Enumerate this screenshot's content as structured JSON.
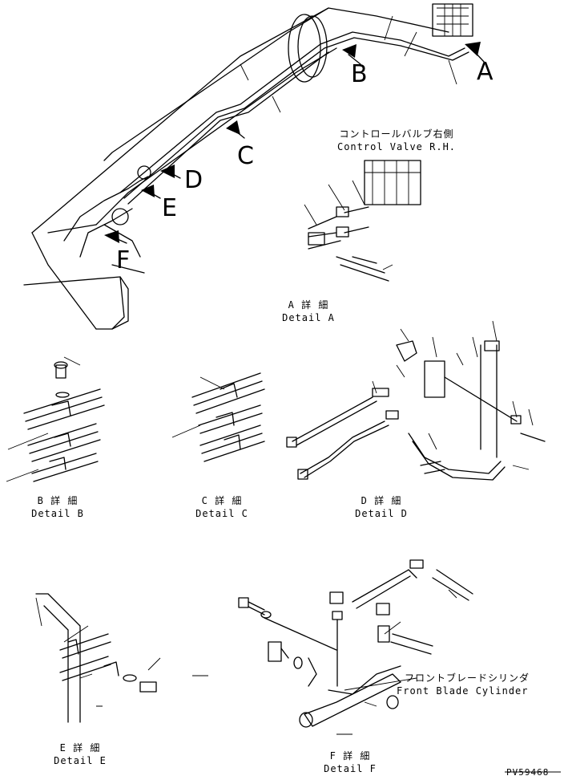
{
  "view_markers": {
    "a": "A",
    "b": "B",
    "c": "C",
    "d": "D",
    "e": "E",
    "f": "F"
  },
  "control_valve": {
    "jp": "コントロールバルブ右側",
    "en": "Control Valve R.H."
  },
  "details": {
    "a": {
      "jp": "A 詳 細",
      "en": "Detail A"
    },
    "b": {
      "jp": "B 詳 細",
      "en": "Detail B"
    },
    "c": {
      "jp": "C 詳 細",
      "en": "Detail C"
    },
    "d": {
      "jp": "D 詳 細",
      "en": "Detail D"
    },
    "e": {
      "jp": "E 詳 細",
      "en": "Detail E"
    },
    "f": {
      "jp": "F 詳 細",
      "en": "Detail F"
    }
  },
  "front_blade_cylinder": {
    "jp": "フロントブレードシリンダ",
    "en": "Front Blade Cylinder"
  },
  "drawing_code": "PV59468"
}
